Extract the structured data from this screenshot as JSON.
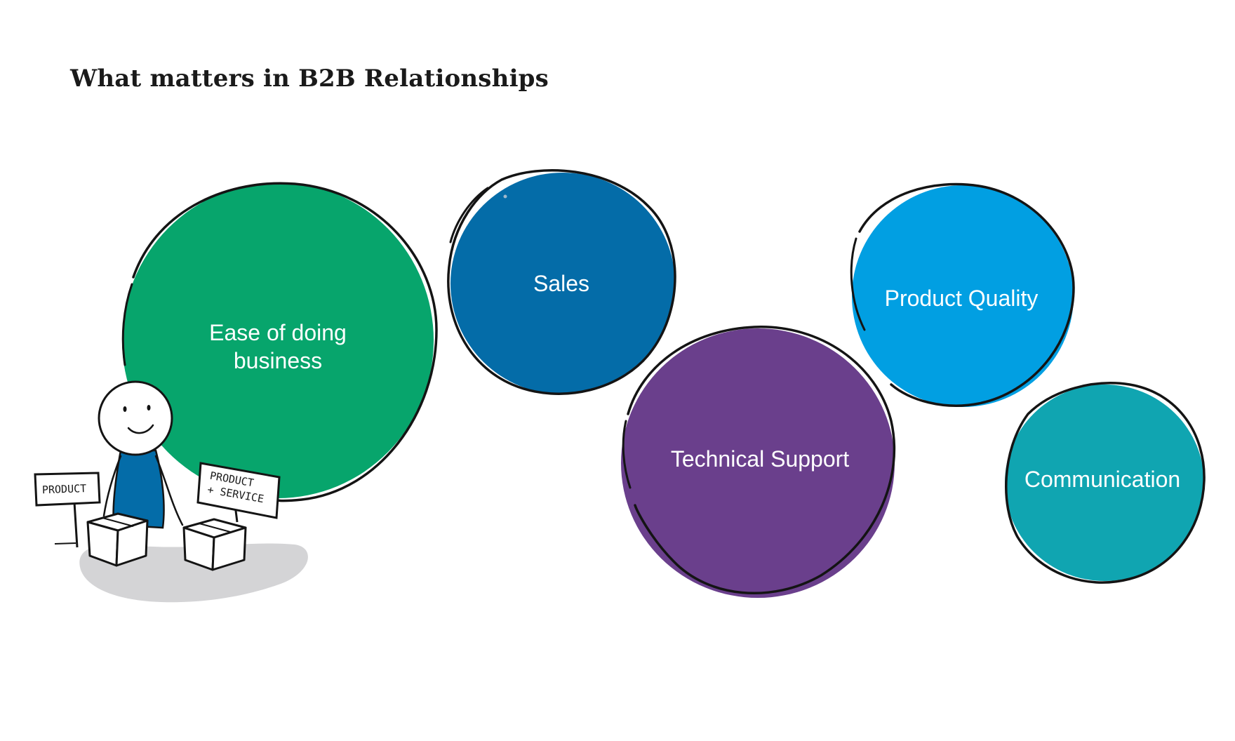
{
  "title": "What matters in B2B Relationships",
  "bubbles": [
    {
      "id": "ease",
      "label": "Ease of doing\nbusiness",
      "color": "#07a56c"
    },
    {
      "id": "sales",
      "label": "Sales",
      "color": "#046ca8"
    },
    {
      "id": "technical",
      "label": "Technical Support",
      "color": "#6a3f8c"
    },
    {
      "id": "quality",
      "label": "Product Quality",
      "color": "#019fe2"
    },
    {
      "id": "communication",
      "label": "Communication",
      "color": "#10a5b1"
    }
  ],
  "figure": {
    "sign_left": "PRODUCT",
    "sign_right_line1": "PRODUCT",
    "sign_right_line2": "+ SERVICE",
    "shirt_color": "#046ca8",
    "shadow_color": "#d4d4d6"
  },
  "colors": {
    "outline": "#141414",
    "text_on_bubble": "#ffffff",
    "title": "#1a1a1a"
  }
}
